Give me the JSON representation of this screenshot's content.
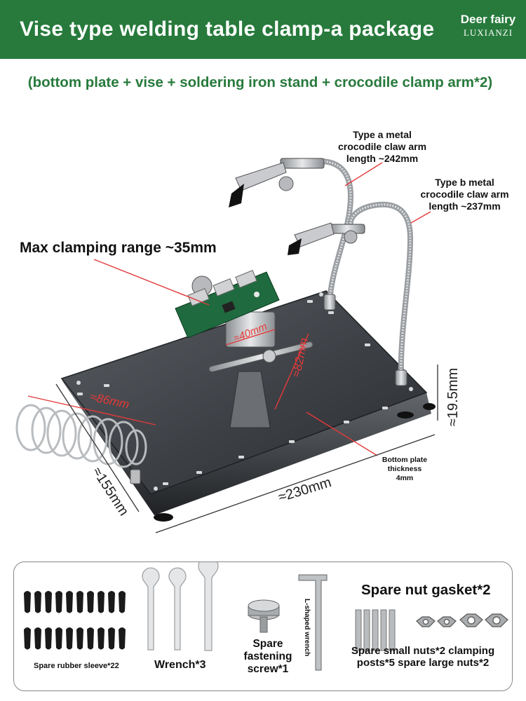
{
  "header": {
    "title": "Vise type welding table clamp-a package",
    "brand": "Deer fairy",
    "brand_sub": "LUXIANZI",
    "background": "#277a3c"
  },
  "subtitle": "(bottom plate + vise + soldering iron stand + crocodile clamp arm*2)",
  "product": {
    "arm_a_label": [
      "Type a metal",
      "crocodile claw arm",
      "length ~242mm"
    ],
    "arm_b_label": [
      "Type b metal",
      "crocodile claw arm",
      "length ~237mm"
    ],
    "clamping_range": "Max clamping range ~35mm",
    "dims": {
      "spring": "≈86mm",
      "vise_width": "≈40mm",
      "vise_height": "≈82mm",
      "length": "≈230mm",
      "width": "≈155mm",
      "height": "≈19.5mm"
    },
    "thickness_label": [
      "Bottom plate",
      "thickness",
      "4mm"
    ],
    "dim_color": "#e53a3a"
  },
  "package": {
    "sleeve": "Spare rubber sleeve*22",
    "wrench": "Wrench*3",
    "screw": [
      "Spare",
      "fastening",
      "screw*1"
    ],
    "l_wrench": "L-shaped wrench",
    "nut_gasket": "Spare nut gasket*2",
    "spare_parts": [
      "Spare small nuts*2 clamping",
      "posts*5 spare large nuts*2"
    ]
  }
}
